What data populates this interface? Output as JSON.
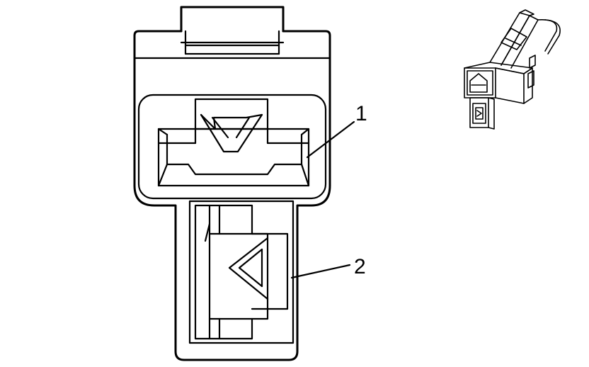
{
  "callouts": [
    {
      "label": "1"
    },
    {
      "label": "2"
    }
  ],
  "icons": {
    "main": "connector-front-view",
    "inset": "connector-perspective-view"
  },
  "colors": {
    "line": "#000000",
    "background": "#ffffff"
  }
}
